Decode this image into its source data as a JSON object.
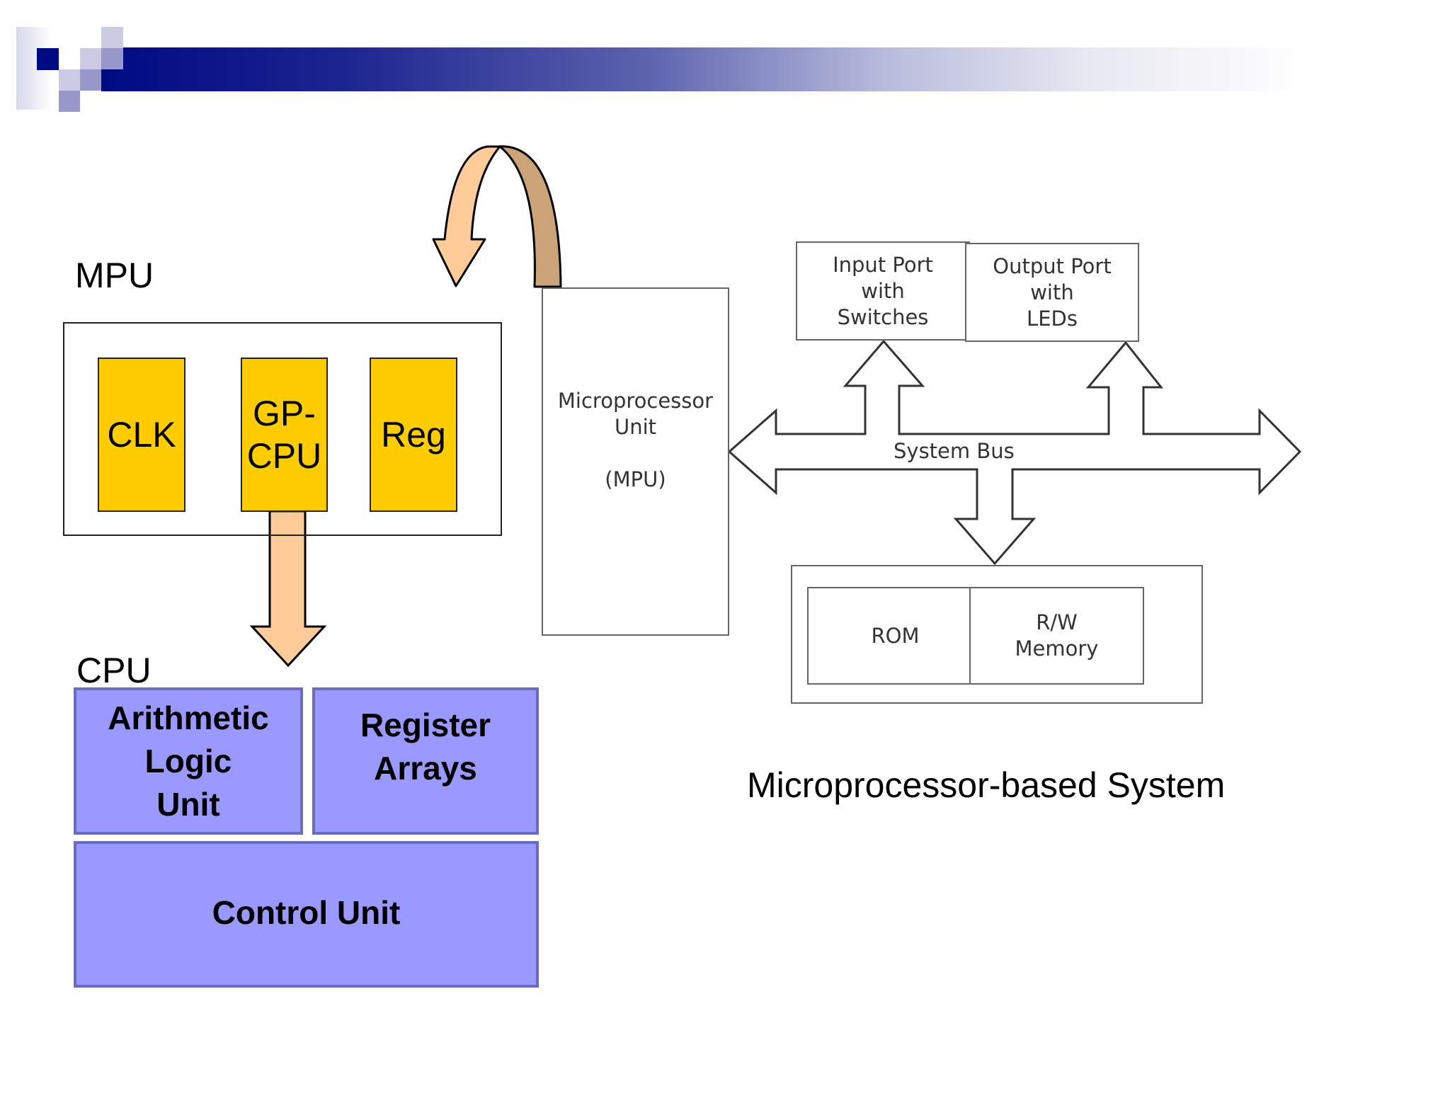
{
  "slide": {
    "decoration": {
      "brand_colors": {
        "dark_blue": "#000a82",
        "mid_blue": "#9999cc",
        "light_blue": "#ccccE6"
      }
    },
    "left_panel": {
      "mpu_label": "MPU",
      "mpu_blocks": [
        {
          "id": "clk",
          "label": "CLK"
        },
        {
          "id": "gp-cpu",
          "label": "GP-\nCPU"
        },
        {
          "id": "reg",
          "label": "Reg"
        }
      ],
      "cpu_label": "CPU",
      "cpu_blocks": {
        "alu": "Arithmetic\nLogic\nUnit",
        "register_arrays": "Register\nArrays",
        "control_unit": "Control Unit"
      },
      "colors": {
        "mpu_block_fill": "#ffcc00",
        "cpu_block_fill": "#9999ff",
        "cpu_block_border": "#6b6bbf",
        "arrow_fill": "#ffcc99",
        "arrow_back_fill": "#cc9f77"
      }
    },
    "system_diagram": {
      "mpu_box": "Microprocessor\nUnit\n\n(MPU)",
      "input_port": "Input Port\nwith\nSwitches",
      "output_port": "Output Port\nwith\nLEDs",
      "bus_label": "System Bus",
      "memory": {
        "rom": "ROM",
        "rw_memory": "R/W\nMemory"
      }
    },
    "caption": "Microprocessor-based System"
  }
}
